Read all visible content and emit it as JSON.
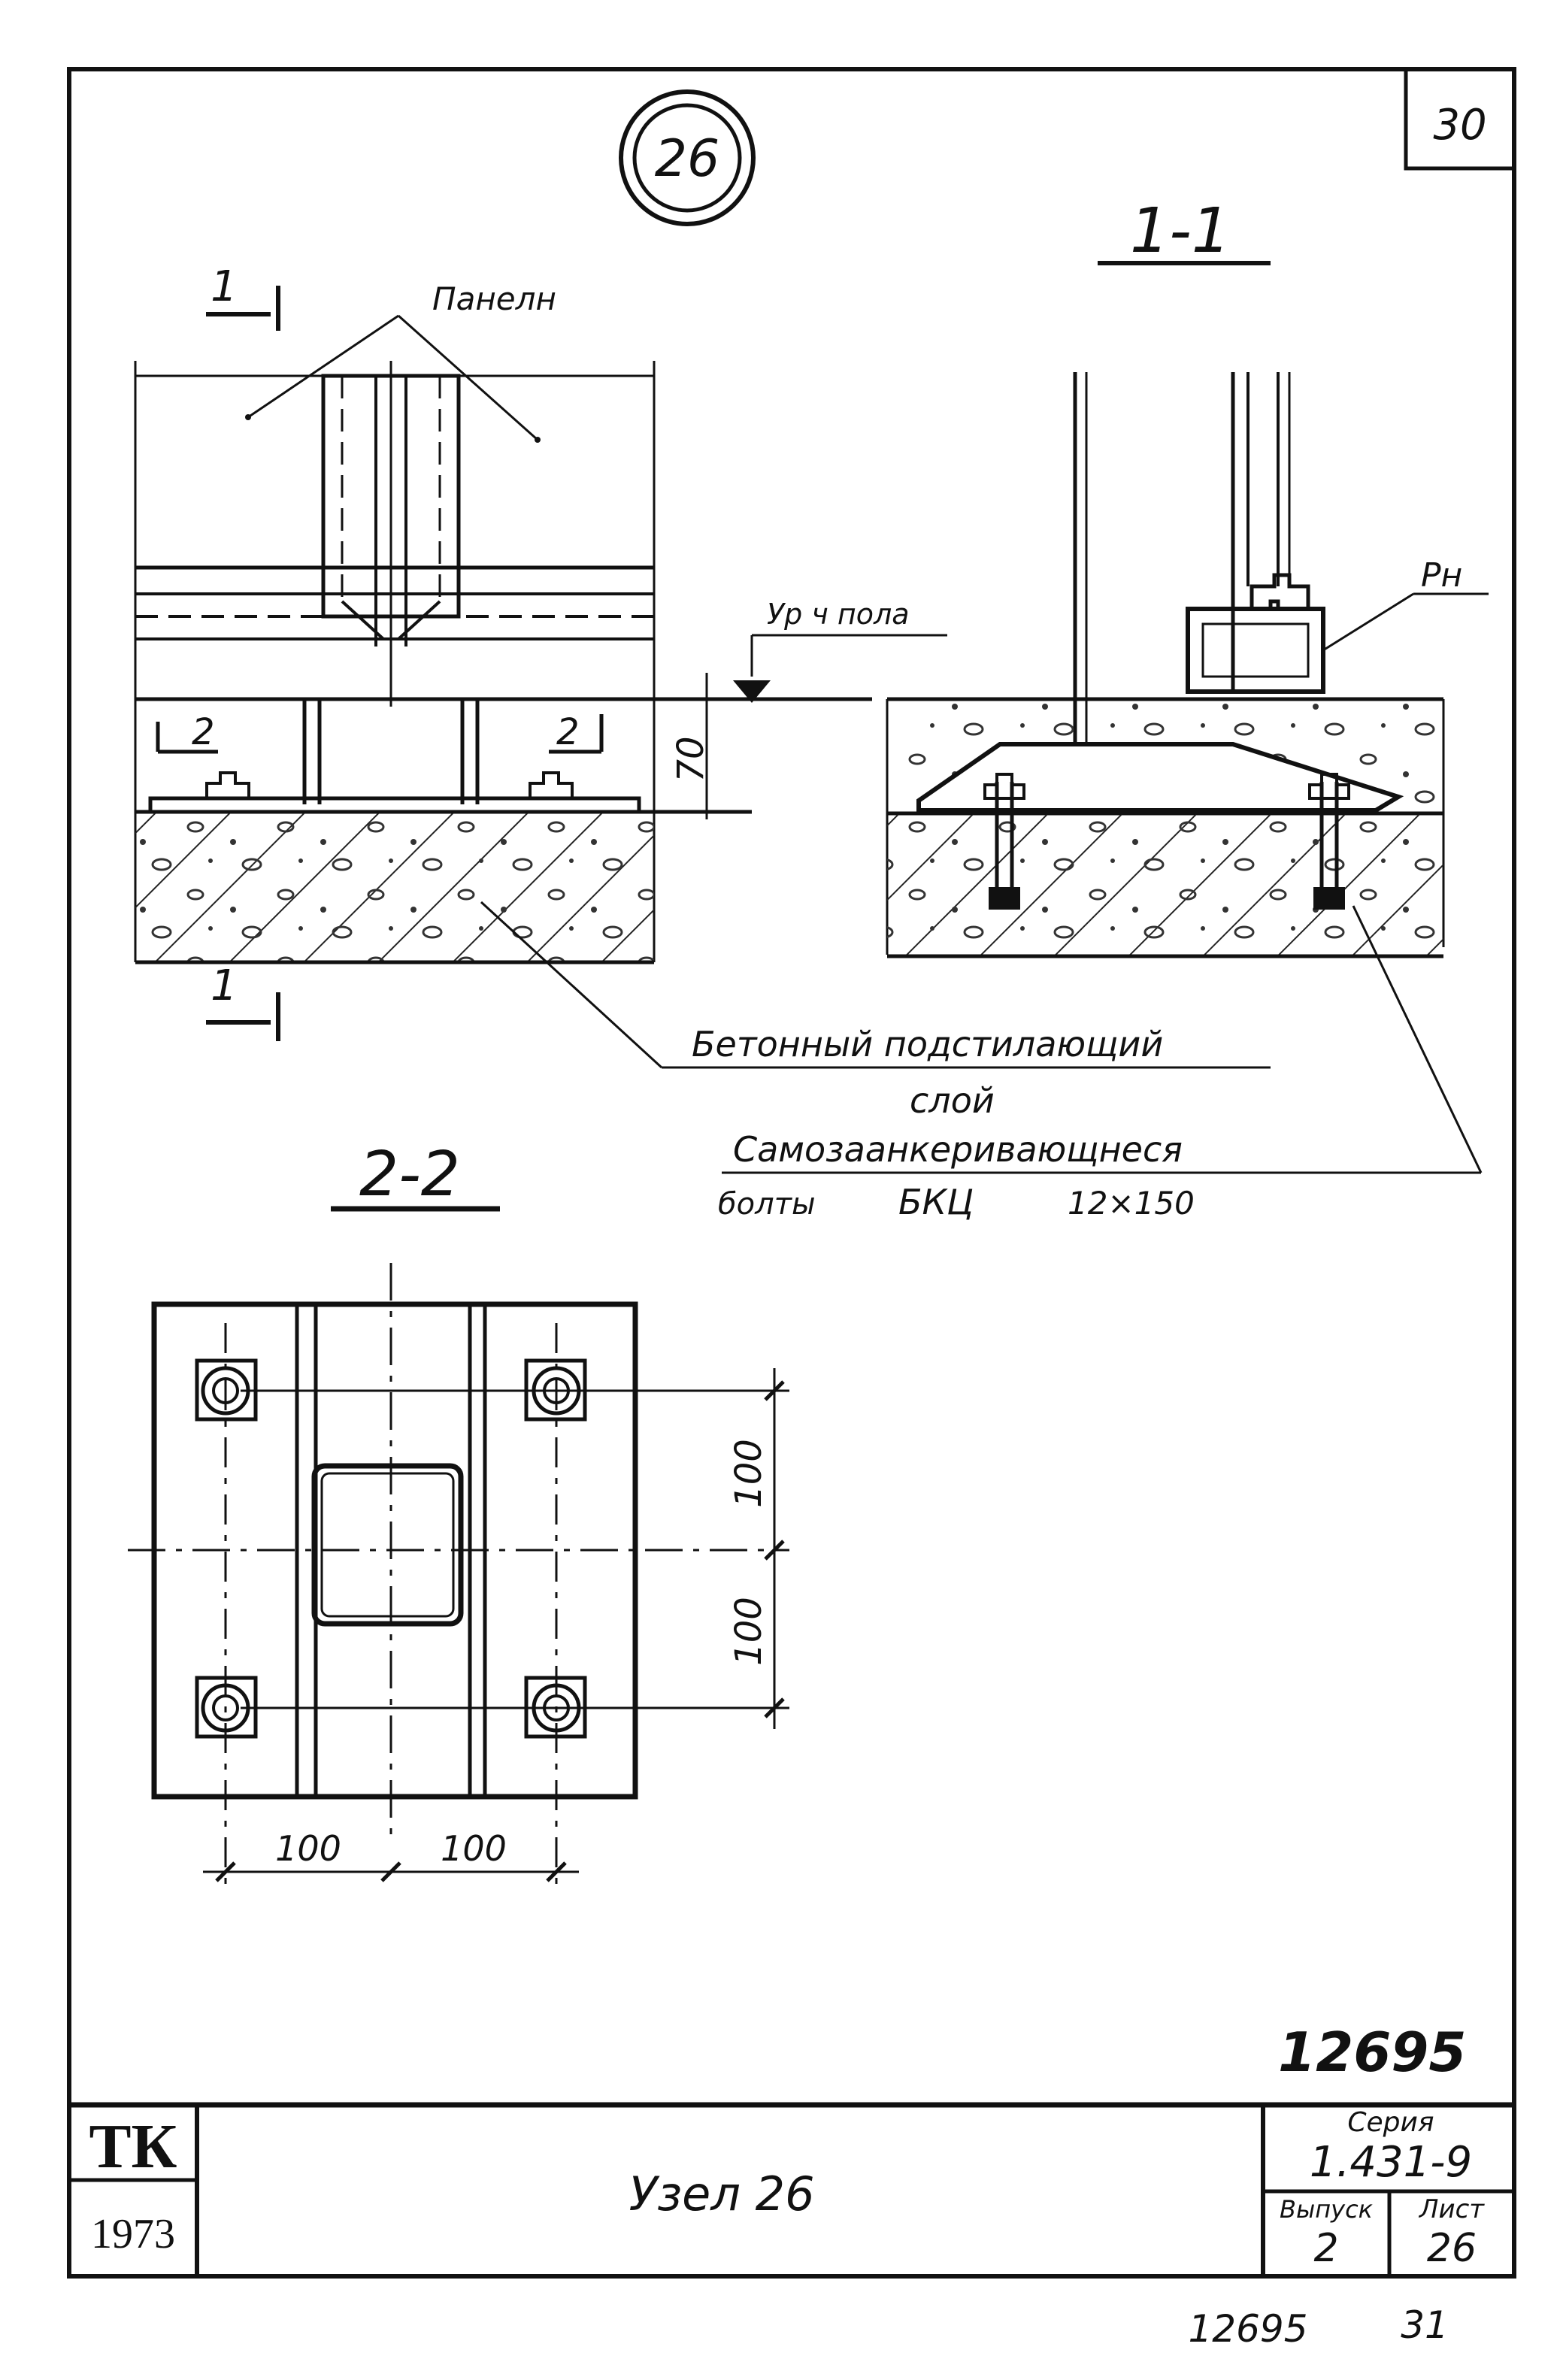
{
  "sheet": {
    "corner_number": "30",
    "node_marker": "26",
    "stamp_number": "12695",
    "footer_number": "12695",
    "footer_page": "31"
  },
  "section_1_1": {
    "title": "1-1",
    "label_panels": "Панелн",
    "label_floor_level": "Ур ч пола",
    "label_rn": "Рн",
    "dim_70": "70",
    "cut_mark_1": "1",
    "cut_mark_2": "2"
  },
  "notes": {
    "concrete_layer_line1": "Бетонный подстилающий",
    "concrete_layer_line2": "слой",
    "anchor_bolts_line1": "Самозаанкеривающнеся",
    "anchor_bolts_line2_a": "болты",
    "anchor_bolts_line2_b": "БКЦ",
    "anchor_bolts_line2_c": "12×150"
  },
  "section_2_2": {
    "title": "2-2",
    "dim_v_top": "100",
    "dim_v_bottom": "100",
    "dim_h_left": "100",
    "dim_h_right": "100"
  },
  "title_block": {
    "org": "ТК",
    "year": "1973",
    "title": "Узел 26",
    "series_label": "Серия",
    "series_value": "1.431-9",
    "issue_label": "Выпуск",
    "issue_value": "2",
    "sheet_label": "Лист",
    "sheet_value": "26"
  }
}
